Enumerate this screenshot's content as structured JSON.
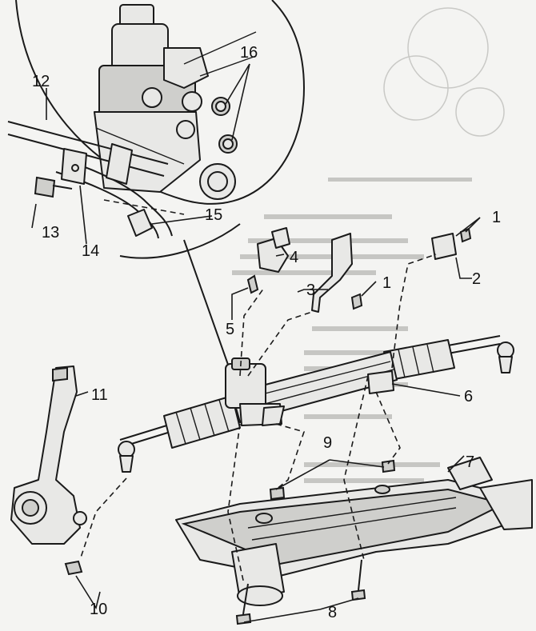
{
  "diagram": {
    "callouts": [
      {
        "id": "c1a",
        "label": "1"
      },
      {
        "id": "c1b",
        "label": "1"
      },
      {
        "id": "c2",
        "label": "2"
      },
      {
        "id": "c3",
        "label": "3"
      },
      {
        "id": "c4",
        "label": "4"
      },
      {
        "id": "c5",
        "label": "5"
      },
      {
        "id": "c6",
        "label": "6"
      },
      {
        "id": "c7",
        "label": "7"
      },
      {
        "id": "c8",
        "label": "8"
      },
      {
        "id": "c9",
        "label": "9"
      },
      {
        "id": "c10",
        "label": "10"
      },
      {
        "id": "c11",
        "label": "11"
      },
      {
        "id": "c12",
        "label": "12"
      },
      {
        "id": "c13",
        "label": "13"
      },
      {
        "id": "c14",
        "label": "14"
      },
      {
        "id": "c15",
        "label": "15"
      },
      {
        "id": "c16",
        "label": "16"
      }
    ]
  }
}
